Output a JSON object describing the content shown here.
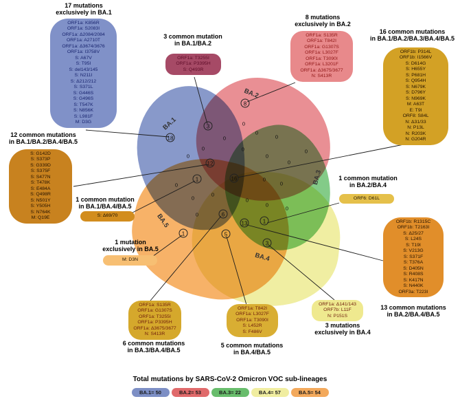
{
  "venn": {
    "sets": [
      {
        "name": "BA.1",
        "color": "#6e82be"
      },
      {
        "name": "BA.2",
        "color": "#e4767c"
      },
      {
        "name": "BA.3",
        "color": "#67c06e"
      },
      {
        "name": "BA.4",
        "color": "#edea8e"
      },
      {
        "name": "BA.5",
        "color": "#f5a146"
      }
    ],
    "counts": [
      {
        "value": "8"
      },
      {
        "value": "3"
      },
      {
        "value": "18"
      },
      {
        "value": "0"
      },
      {
        "value": "0"
      },
      {
        "value": "0"
      },
      {
        "value": "0"
      },
      {
        "value": "0"
      },
      {
        "value": "0"
      },
      {
        "value": "0"
      },
      {
        "value": "0"
      },
      {
        "value": "0"
      },
      {
        "value": "0"
      },
      {
        "value": "12"
      },
      {
        "value": "16"
      },
      {
        "value": "1"
      },
      {
        "value": "0"
      },
      {
        "value": "0"
      },
      {
        "value": "0"
      },
      {
        "value": "0"
      },
      {
        "value": "0"
      },
      {
        "value": "0"
      },
      {
        "value": "0"
      },
      {
        "value": "0"
      },
      {
        "value": "0"
      },
      {
        "value": "6"
      },
      {
        "value": "13"
      },
      {
        "value": "1"
      },
      {
        "value": "1"
      },
      {
        "value": "5"
      },
      {
        "value": "3"
      }
    ]
  },
  "annotations": [
    {
      "title": "17 mutations\nexclusively in BA.1",
      "bg": "#8091c8",
      "items": [
        "ORF1a: K856R",
        "ORF1a: S2083I",
        "ORF1a: Δ2084/2084",
        "ORF1a: A2710T",
        "ORF1a: Δ3674/3676",
        "ORF1a: I3758V",
        "S: A67V",
        "S: T95I",
        "S: del143/145",
        "S: N211I",
        "S: Δ212/212",
        "S: S371L",
        "S: G446S",
        "S: G496S",
        "S: T547K",
        "S: N856K",
        "S: L981F",
        "M: D3G"
      ]
    },
    {
      "title": "12 common mutations\nin BA.1/BA.2/BA.4/BA.5",
      "bg": "#c8821f",
      "items": [
        "S: G142D",
        "S: S373P",
        "S: G339D",
        "S: S375F",
        "S: S477N",
        "S: T478K",
        "S: E484A",
        "S: Q498R",
        "S: N501Y",
        "S: Y505H",
        "S: N764K",
        "M: Q19E"
      ]
    },
    {
      "title": "3 common mutation\nin BA.1/BA.2",
      "bg": "#a64a66",
      "items": [
        "ORF1a: T3255I",
        "ORF1a: P3395H",
        "S: Q493R"
      ]
    },
    {
      "title": "8 mutations\nexclusively in BA.2",
      "bg": "#e8898b",
      "items": [
        "ORF1a: S135R",
        "ORF1a: T842I",
        "ORF1a: G1307S",
        "ORF1a: L3027F",
        "ORF1a: T3090I",
        "ORF1a: L3201F",
        "ORF1a: Δ3675/3677",
        "N: S413R"
      ]
    },
    {
      "title": "16 common mutations\nin BA.1/BA.2/BA.3/BA.4/BA.5",
      "bg": "#d3a125",
      "items": [
        "ORF1b: P314L",
        "ORF1b: I1566V",
        "S: D614G",
        "S: H655Y",
        "S: P681H",
        "S: Q954H",
        "S: N679K",
        "S: D796Y",
        "S: N969K",
        "M: A63T",
        "E: T9I",
        "ORF8: S84L",
        "N: Δ31/33",
        "N: P13L",
        "N: R203K",
        "N: G204R"
      ]
    },
    {
      "title": "1 common mutation\nin BA.2/BA.4",
      "bg": "#e5c04a",
      "items": [
        "ORF6: D61L"
      ]
    },
    {
      "title": "13 common mutations\nin BA.2/BA.4/BA.5",
      "bg": "#e18e2a",
      "items": [
        "ORF1b: R1315C",
        "ORF1b: T2163I",
        "S: Δ25/27",
        "S: L24S",
        "S: T19I",
        "S: V213G",
        "S: S371F",
        "S: T376A",
        "S: D405N",
        "S: R408S",
        "S: K417N",
        "S: N440K",
        "ORF3a: T223I"
      ]
    },
    {
      "title": "3 mutations\nexclusively in BA.4",
      "bg": "#efe98f",
      "items": [
        "ORF1a: Δ141/143",
        "ORF7b: L11F",
        "N: P151S"
      ]
    },
    {
      "title": "5 common mutations\nin BA.4/BA.5",
      "bg": "#d9ae33",
      "items": [
        "ORF1a: T842I",
        "ORF1a: L3027F",
        "ORF1a: T3090I",
        "S: L452R",
        "S: F486V"
      ]
    },
    {
      "title": "6 common mutations\nin BA.3/BA.4/BA.5",
      "bg": "#d5a82c",
      "items": [
        "ORF1a: S135R",
        "ORF1a: G1307S",
        "ORF1a: T3255I",
        "ORF1a: P3395H",
        "ORF1a: Δ3675/3677",
        "N: S413R"
      ]
    },
    {
      "title": "1 common mutation\nin BA.1/BA.4/BA.5",
      "bg": "#d28d1e",
      "items": [
        "S: Δ69/70"
      ]
    },
    {
      "title": "1 mutation\nexclusively in BA.5",
      "bg": "#f7bf73",
      "items": [
        "M: D3N"
      ]
    }
  ],
  "legend": {
    "title": "Total mutations by SARS-CoV-2 Omicron VOC sub-lineages",
    "items": [
      {
        "label": "BA.1= 50",
        "color": "#7d8fc5"
      },
      {
        "label": "BA.2= 53",
        "color": "#e06a6b"
      },
      {
        "label": "BA.3= 22",
        "color": "#68bd6c"
      },
      {
        "label": "BA.4= 57",
        "color": "#f0eda0"
      },
      {
        "label": "BA.5= 54",
        "color": "#f3a95c"
      }
    ]
  }
}
